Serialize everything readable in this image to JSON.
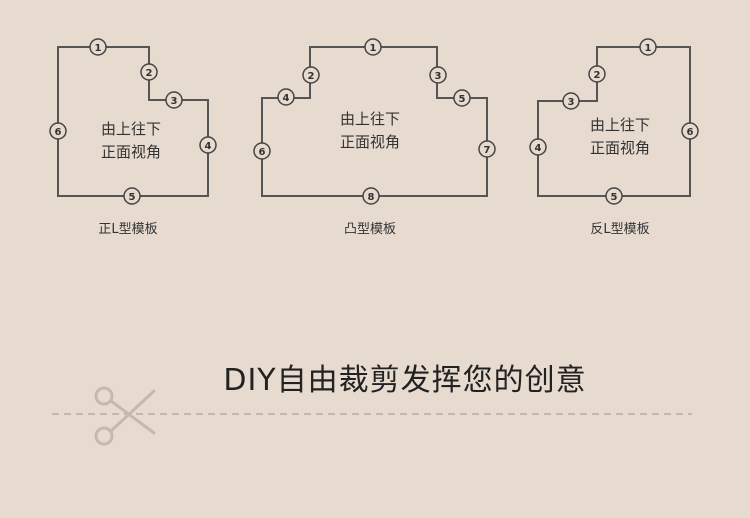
{
  "templates": [
    {
      "name": "正L型模板",
      "view_text": [
        "由上往下",
        "正面视角"
      ],
      "markers": [
        "1",
        "2",
        "3",
        "4",
        "5",
        "6"
      ]
    },
    {
      "name": "凸型模板",
      "view_text": [
        "由上往下",
        "正面视角"
      ],
      "markers": [
        "1",
        "2",
        "3",
        "4",
        "5",
        "6",
        "7",
        "8"
      ]
    },
    {
      "name": "反L型模板",
      "view_text": [
        "由上往下",
        "正面视角"
      ],
      "markers": [
        "1",
        "2",
        "3",
        "4",
        "5",
        "6"
      ]
    }
  ],
  "slogan": "DIY自由裁剪发挥您的创意",
  "icons": {
    "cut_line": "scissors-icon"
  },
  "colors": {
    "background": "#e7dbd0",
    "outline": "#555555",
    "text": "#333333"
  }
}
